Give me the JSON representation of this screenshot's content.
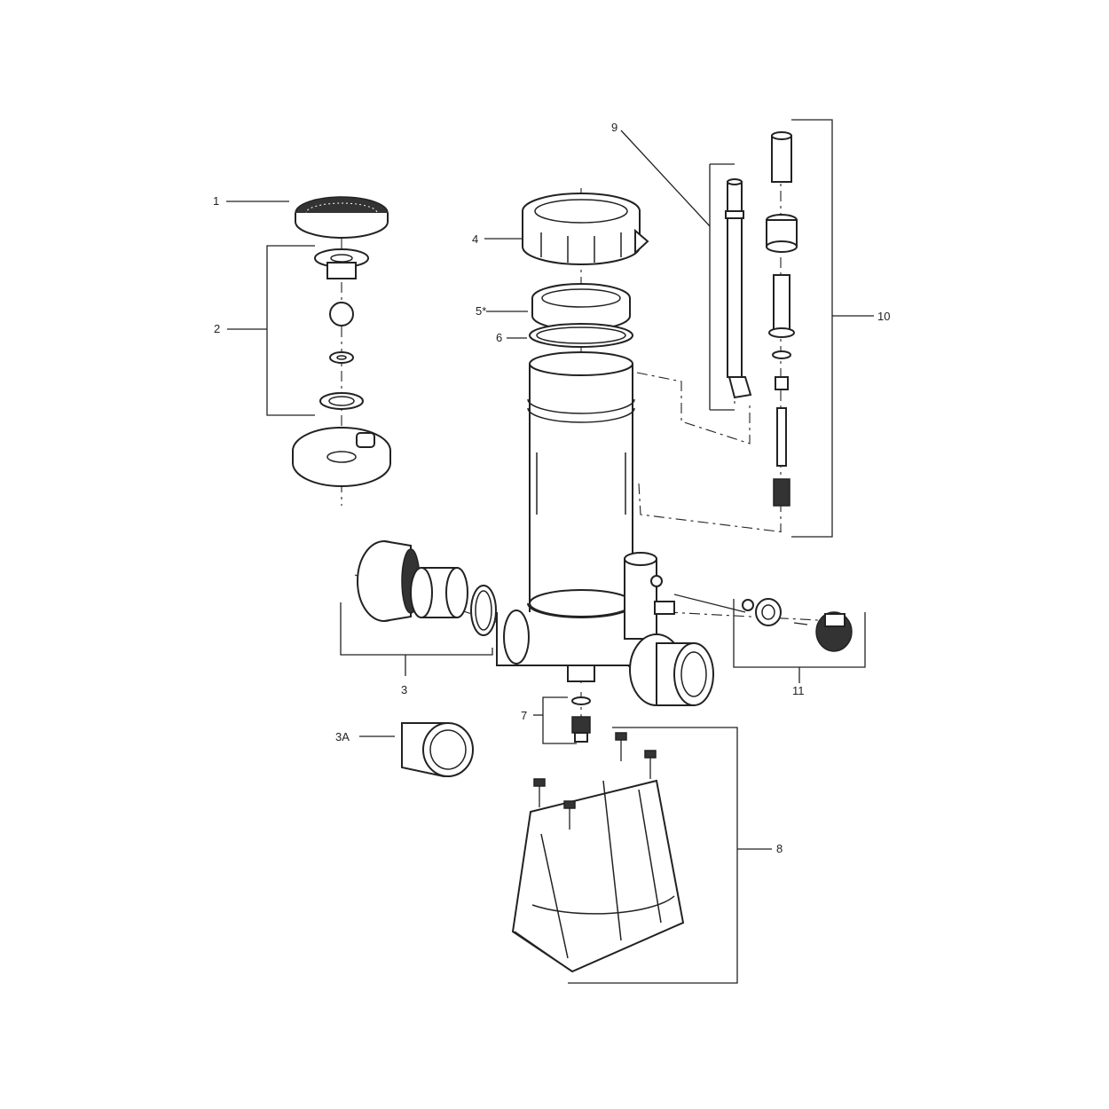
{
  "labels": {
    "l1": "1",
    "l2": "2",
    "l3": "3",
    "l3a": "3A",
    "l4": "4",
    "l5": "5*",
    "l6": "6",
    "l7": "7",
    "l8": "8",
    "l9": "9",
    "l10": "10",
    "l11": "11"
  }
}
